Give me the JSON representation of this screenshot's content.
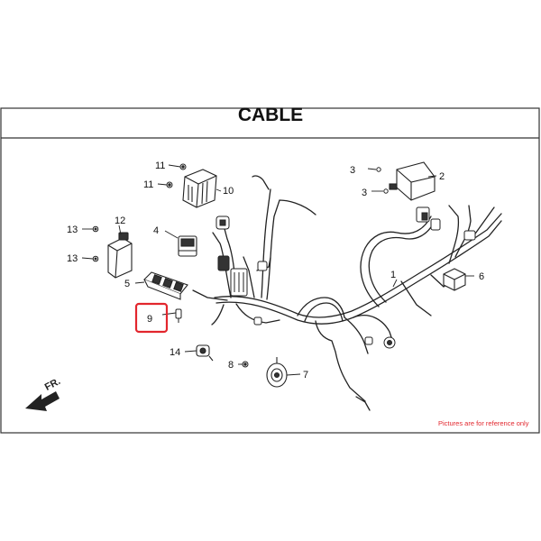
{
  "title": "CABLE",
  "note": "Pictures are for reference only",
  "direction_label": "FR.",
  "callouts": {
    "c1": "1",
    "c2": "2",
    "c3a": "3",
    "c3b": "3",
    "c4": "4",
    "c5": "5",
    "c6": "6",
    "c7": "7",
    "c8": "8",
    "c9": "9",
    "c10": "10",
    "c11a": "11",
    "c11b": "11",
    "c12": "12",
    "c13a": "13",
    "c13b": "13",
    "c14": "14"
  },
  "highlight_color": "#e2262d",
  "line_color": "#222222"
}
